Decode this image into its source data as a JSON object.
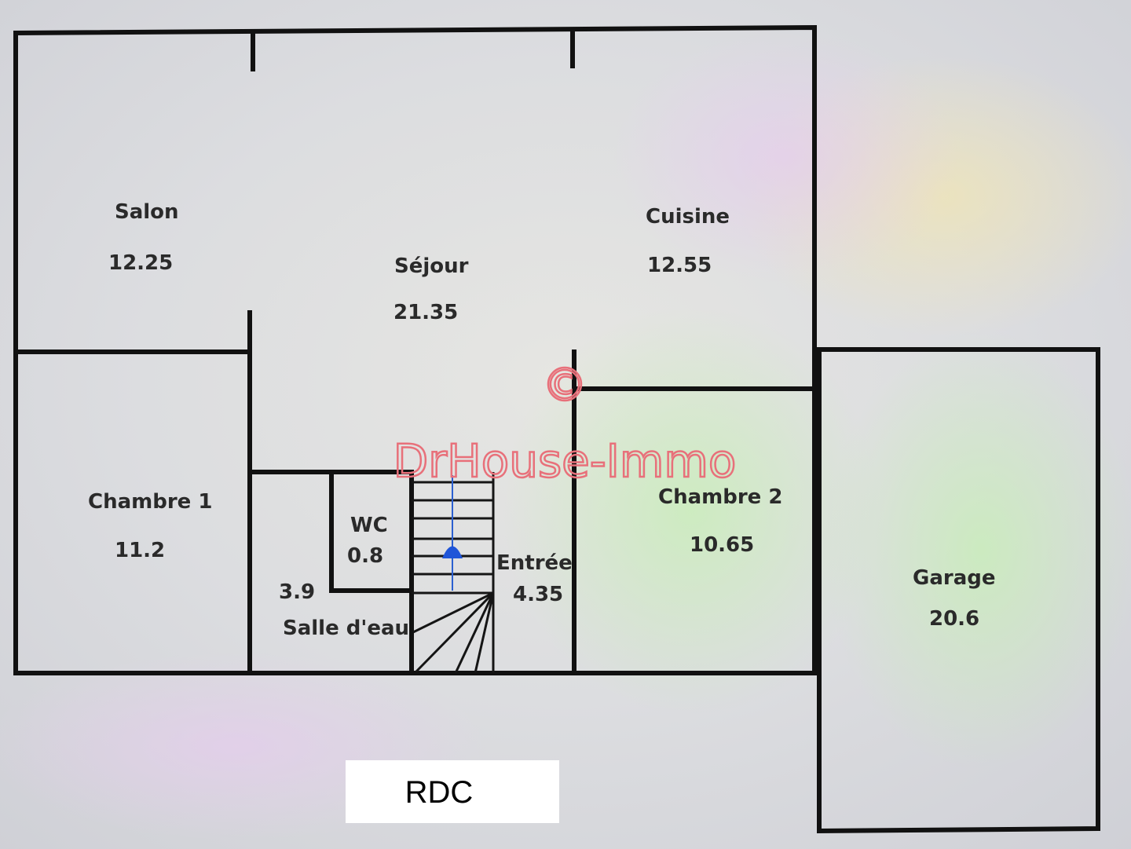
{
  "plan": {
    "level_label": "RDC",
    "rooms": [
      {
        "name": "Salon",
        "area": "12.25"
      },
      {
        "name": "Séjour",
        "area": "21.35"
      },
      {
        "name": "Cuisine",
        "area": "12.55"
      },
      {
        "name": "Chambre 1",
        "area": "11.2"
      },
      {
        "name": "WC",
        "area": "0.8"
      },
      {
        "name": "Salle d'eau",
        "area": "3.9"
      },
      {
        "name": "Entrée",
        "area": "4.35"
      },
      {
        "name": "Chambre 2",
        "area": "10.65"
      },
      {
        "name": "Garage",
        "area": "20.6"
      }
    ]
  },
  "watermark": {
    "symbol": "©",
    "text": "DrHouse-Immo",
    "color": "#e8707a"
  }
}
